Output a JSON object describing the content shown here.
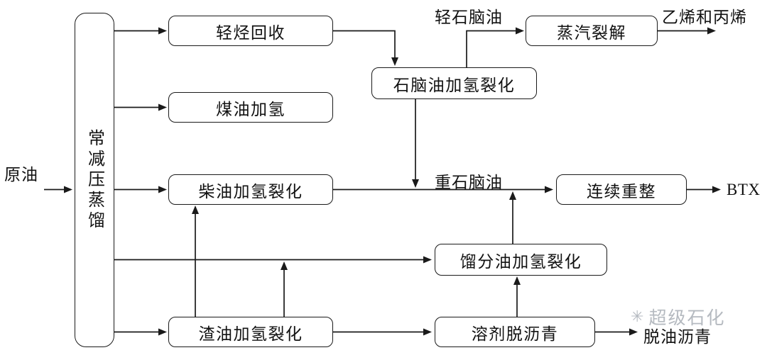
{
  "nodes": {
    "distillation": "常减压蒸馏",
    "light_hydrocarbon_recovery": "轻烃回收",
    "kerosene_hydrotreating": "煤油加氢",
    "diesel_hydrocracking": "柴油加氢裂化",
    "residue_hydrocracking": "渣油加氢裂化",
    "naphtha_hydrocracking": "石脑油加氢裂化",
    "steam_cracking": "蒸汽裂解",
    "continuous_reforming": "连续重整",
    "distillate_hydrocracking": "馏分油加氢裂化",
    "solvent_deasphalting": "溶剂脱沥青"
  },
  "stream_labels": {
    "crude_oil": "原油",
    "light_naphtha": "轻石脑油",
    "ethylene_and_propylene": "乙烯和丙烯",
    "heavy_naphtha": "重石脑油",
    "btx": "BTX",
    "deoiled_asphalt": "脱油沥青"
  },
  "watermark": {
    "icon_glyph": "✳",
    "text": "超级石化"
  },
  "edges": [
    {
      "from": "crude_oil",
      "to": "distillation"
    },
    {
      "from": "distillation",
      "to": "light_hydrocarbon_recovery"
    },
    {
      "from": "distillation",
      "to": "kerosene_hydrotreating"
    },
    {
      "from": "distillation",
      "to": "diesel_hydrocracking"
    },
    {
      "from": "distillation",
      "to": "distillate_hydrocracking"
    },
    {
      "from": "distillation",
      "to": "residue_hydrocracking"
    },
    {
      "from": "light_hydrocarbon_recovery",
      "to": "naphtha_hydrocracking"
    },
    {
      "from": "naphtha_hydrocracking",
      "to": "steam_cracking",
      "label": "轻石脑油"
    },
    {
      "from": "steam_cracking",
      "to": "ethylene_and_propylene"
    },
    {
      "from": "naphtha_hydrocracking",
      "to": "continuous_reforming"
    },
    {
      "from": "diesel_hydrocracking",
      "to": "continuous_reforming",
      "label": "重石脑油"
    },
    {
      "from": "continuous_reforming",
      "to": "btx"
    },
    {
      "from": "residue_hydrocracking",
      "to": "diesel_hydrocracking"
    },
    {
      "from": "residue_hydrocracking",
      "to": "distillate_hydrocracking"
    },
    {
      "from": "residue_hydrocracking",
      "to": "solvent_deasphalting"
    },
    {
      "from": "solvent_deasphalting",
      "to": "distillate_hydrocracking"
    },
    {
      "from": "distillate_hydrocracking",
      "to": "continuous_reforming"
    },
    {
      "from": "solvent_deasphalting",
      "to": "deoiled_asphalt"
    }
  ],
  "colors": {
    "line": "#1a1a1a",
    "box_border": "#1a1a1a",
    "background": "#ffffff",
    "watermark": "#a9aeb6"
  }
}
